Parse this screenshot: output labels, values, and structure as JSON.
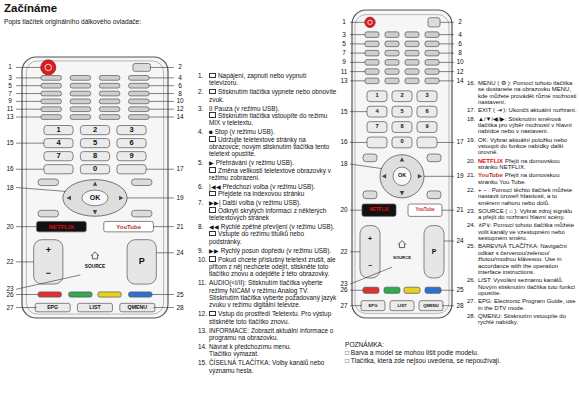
{
  "diagram": {
    "title": "Začínáme",
    "labels": [
      "1",
      "2",
      "3",
      "4",
      "5",
      "6",
      "7",
      "8",
      "9",
      "10",
      "11",
      "12",
      "13",
      "14",
      "15",
      "16",
      "17",
      "18",
      "19",
      "20",
      "21",
      "22",
      "23",
      "24",
      "25",
      "26",
      "27",
      "28",
      "1",
      "2",
      "3",
      "4",
      "5",
      "6",
      "7",
      "8",
      "9",
      "0",
      "OK",
      "NETFLIX",
      "YouTube",
      "+",
      "−",
      "SOURCE",
      "P",
      "EPG",
      "LIST",
      "QMENU",
      "1",
      "2",
      "3",
      "4",
      "5",
      "6",
      "7",
      "8",
      "9",
      "10",
      "11",
      "12",
      "13",
      "14",
      "15",
      "16",
      "17",
      "18",
      "19",
      "20",
      "21",
      "22",
      "23",
      "24",
      "25",
      "26",
      "27",
      "28",
      "1",
      "2",
      "3",
      "4",
      "5",
      "6",
      "7",
      "8",
      "9",
      "0",
      "OK",
      "NETFLIX",
      "YouTube",
      "+",
      "−",
      "SOURCE",
      "P",
      "EPG",
      "LIST",
      "QMENU",
      "Popis tlačítek originálního dálkového ovladače:",
      "1.",
      "Napájení, zapnutí nebo vypnutí televizoru.",
      "2.",
      "Stisknutím tlačítka vypnete nebo obnovíte zvuk.",
      "3.",
      "II Pauza (v režimu USB).",
      "Stisknutím tlačítka vstoupíte do režimu MIX v teletextu.",
      "4.",
      "■ Stop (v režimu USB).",
      "Udržujte teletextové stránky na obrazovce; novým stisknutím tlačítka tento teletext opustíte.",
      "5.",
      "▶ Přehrávání (v režimu USB).",
      "Změna velikosti teletextové obrazovky v režimu zobrazení.",
      "6.",
      "|◀◀ Předchozí volba (v režimu USB).",
      "Přejdete na indexovou stránku",
      "7.",
      "▶▶| Další volba (v režimu USB).",
      "Odkrytí skrytých informací z některých teletextových stránek",
      "8.",
      "◀◀ Rychlé zpětné převíjení (v režimu USB).",
      "Vstupte do režimu titulků nebo podstránky.",
      "9.",
      "▶▶ Rychlý posun dopředu (v režimu USB).",
      "10.",
      "Pokud chcete příslušný teletext zrušit, ale přitom z něj nechcete odejít, stiskněte toto tlačítko znovu a odejděte z této obrazovky.",
      "11.",
      "AUDIO(<I/II): Stisknutím tlačítka vyberte režimy NICAM v režimu Analog TV.",
      "Stisknutím tlačítka vyberte požadovaný jazyk zvuku v režimu digitální televize.",
      "12.",
      "Vstup do prostředí Teletextu. Pro výstup stiskněte toto tlačítko znovu.",
      "13.",
      "INFORMACE: Zobrazit aktuální informace o programu na obrazovku.",
      "14.",
      "Návrat k předchozímu menu.",
      "Tlačítko vymazat.",
      "15.",
      "ČÍSELNÁ TLAČÍTKA: Volby kanálů nebo významu hesla.",
      "16.",
      "MENU ( ⚙ ): Pomocí tohoto tlačítka se dostanete na obrazovku MENU, kde můžete provádět různé možnosti nastavení.",
      "17.",
      "EXIT ( ⇥ ): Ukončit aktuální rozhraní.",
      "18.",
      "▲/▼/◀/▶: Stisknutím směrová tlačítka pro výběr možností v hlavní nabídce nebo v nastavení.",
      "19.",
      "OK: Vybrat aktuální položku nebo vstoupit do funkce nabídky další úrovně.",
      "20.",
      "NETFLIX",
      "Přejít na domovskou stránku NETFLIX.",
      "21.",
      "YouTube",
      "Přejít na domovskou stránku You Tube.",
      "22.",
      "+ − : Pomocí těchto tlačítek můžete nastavit úroveň hlasitosti, a to směrem nahoru nebo dolů.",
      "23.",
      "SOURCE ( ⌂ ): Vybrat zdroj signálu a přejít do rozhraní hlavní scény.",
      "24.",
      "∧P∨: Pomocí tohoto tlačítka můžete volit kanály ve vzestupném nebo sestupném směru.",
      "25.",
      "BAREVNÁ TLAČÍTKA: Navigační odkaz s červenou/zelenou/žlutou/modrou klávesou. Use in accordance with the operation interface instructions.",
      "26.",
      "LIST: Vyvolání seznamu kanálů. Novým stisknutím tlačítka tuto funkci opustíte.",
      "27.",
      "EPG: Electronic Program Guide, use in the DTV mode.",
      "28.",
      "QMENU: Stisknutím vstoupíte do rychlé nabídky.",
      "POZNÁMKA:",
      "□ Barva a model se mohou lišit podle modelu.",
      "□ Tlačítka, která zde nejsou uvedena, se nepoužívají."
    ]
  }
}
